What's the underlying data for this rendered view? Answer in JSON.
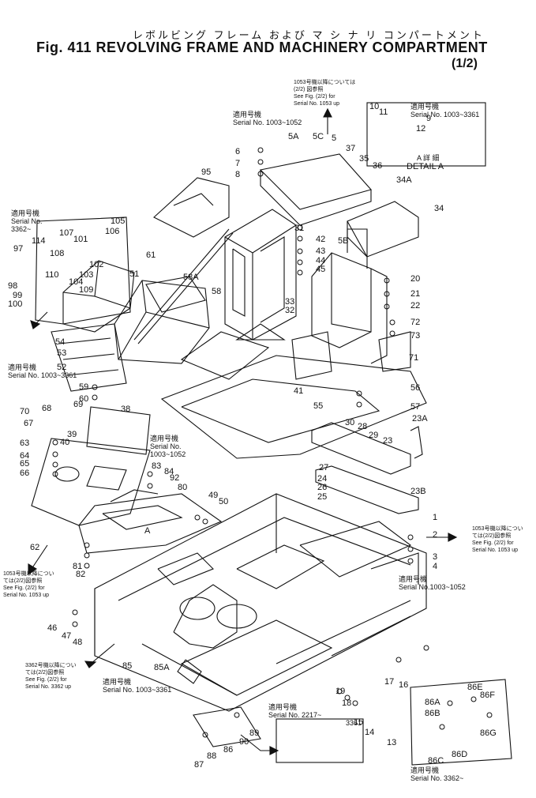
{
  "header": {
    "japanese_title": "レボルビング フレーム および マ シ ナ リ コンパートメント",
    "figure_title": "Fig. 411  REVOLVING FRAME AND MACHINERY COMPARTMENT",
    "part_indicator": "(1/2)"
  },
  "serial_boxes": [
    {
      "id": "top",
      "jp": "適用号機",
      "serial": "Serial No. 1003~1052"
    },
    {
      "id": "top-right",
      "jp": "適用号機",
      "serial": "Serial No. 1003~3361",
      "detail_jp": "A 詳 細",
      "detail": "DETAIL A"
    },
    {
      "id": "left",
      "jp": "適用号機",
      "serial": "Serial No.",
      "extra": "3362~"
    },
    {
      "id": "left-mid",
      "jp": "適用号機",
      "serial": "Serial No. 1003~3361"
    },
    {
      "id": "mid",
      "jp": "適用号機",
      "serial": "Serial No.",
      "extra": "1003~1052"
    },
    {
      "id": "right-mid",
      "jp": "適用号機",
      "serial": "Serial No.1003~1052"
    },
    {
      "id": "bottom-left",
      "jp": "適用号機",
      "serial": "Serial No. 1003~3361"
    },
    {
      "id": "bottom-mid",
      "jp": "適用号機",
      "serial": "Serial No. 2217~",
      "extra": "3361"
    },
    {
      "id": "bottom-right",
      "jp": "適用号機",
      "serial": "Serial No. 3362~"
    }
  ],
  "notes": [
    {
      "id": "n-top",
      "lines": [
        "1053号機以降については",
        "(2/2) 図参照",
        "See Fig. (2/2) for",
        "Serial No. 1053 up"
      ]
    },
    {
      "id": "n-right",
      "lines": [
        "1053号機以降につい",
        "ては(2/2)図参照",
        "See Fig. (2/2) for",
        "Serial No. 1053 up"
      ]
    },
    {
      "id": "n-left",
      "lines": [
        "1053号機以降につい",
        "ては(2/2)図参照",
        "See Fig. (2/2) for",
        "Serial No. 1053 up"
      ]
    },
    {
      "id": "n-bottom",
      "lines": [
        "3362号機以降につい",
        "ては(2/2)図参照",
        "See Fig. (2/2) for",
        "Serial No. 3362 up"
      ]
    }
  ],
  "callouts": [
    "1",
    "2",
    "3",
    "4",
    "5",
    "5A",
    "5B",
    "5C",
    "6",
    "7",
    "8",
    "9",
    "10",
    "11",
    "12",
    "13",
    "14",
    "15",
    "16",
    "17",
    "18",
    "19",
    "20",
    "21",
    "22",
    "23",
    "23A",
    "23B",
    "24",
    "25",
    "26",
    "27",
    "28",
    "29",
    "30",
    "31",
    "32",
    "33",
    "34",
    "34A",
    "35",
    "36",
    "37",
    "38",
    "39",
    "40",
    "41",
    "42",
    "43",
    "44",
    "45",
    "46",
    "47",
    "48",
    "49",
    "50",
    "51",
    "52",
    "53",
    "54",
    "55",
    "56",
    "57",
    "58",
    "58A",
    "59",
    "60",
    "61",
    "62",
    "63",
    "64",
    "65",
    "66",
    "67",
    "68",
    "69",
    "70",
    "71",
    "72",
    "73",
    "80",
    "81",
    "82",
    "83",
    "84",
    "85",
    "85A",
    "86",
    "86A",
    "86B",
    "86C",
    "86D",
    "86E",
    "86F",
    "86G",
    "87",
    "88",
    "89",
    "90",
    "92",
    "95",
    "97",
    "98",
    "99",
    "100",
    "101",
    "102",
    "103",
    "104",
    "105",
    "106",
    "107",
    "108",
    "109",
    "110",
    "114",
    "A"
  ]
}
